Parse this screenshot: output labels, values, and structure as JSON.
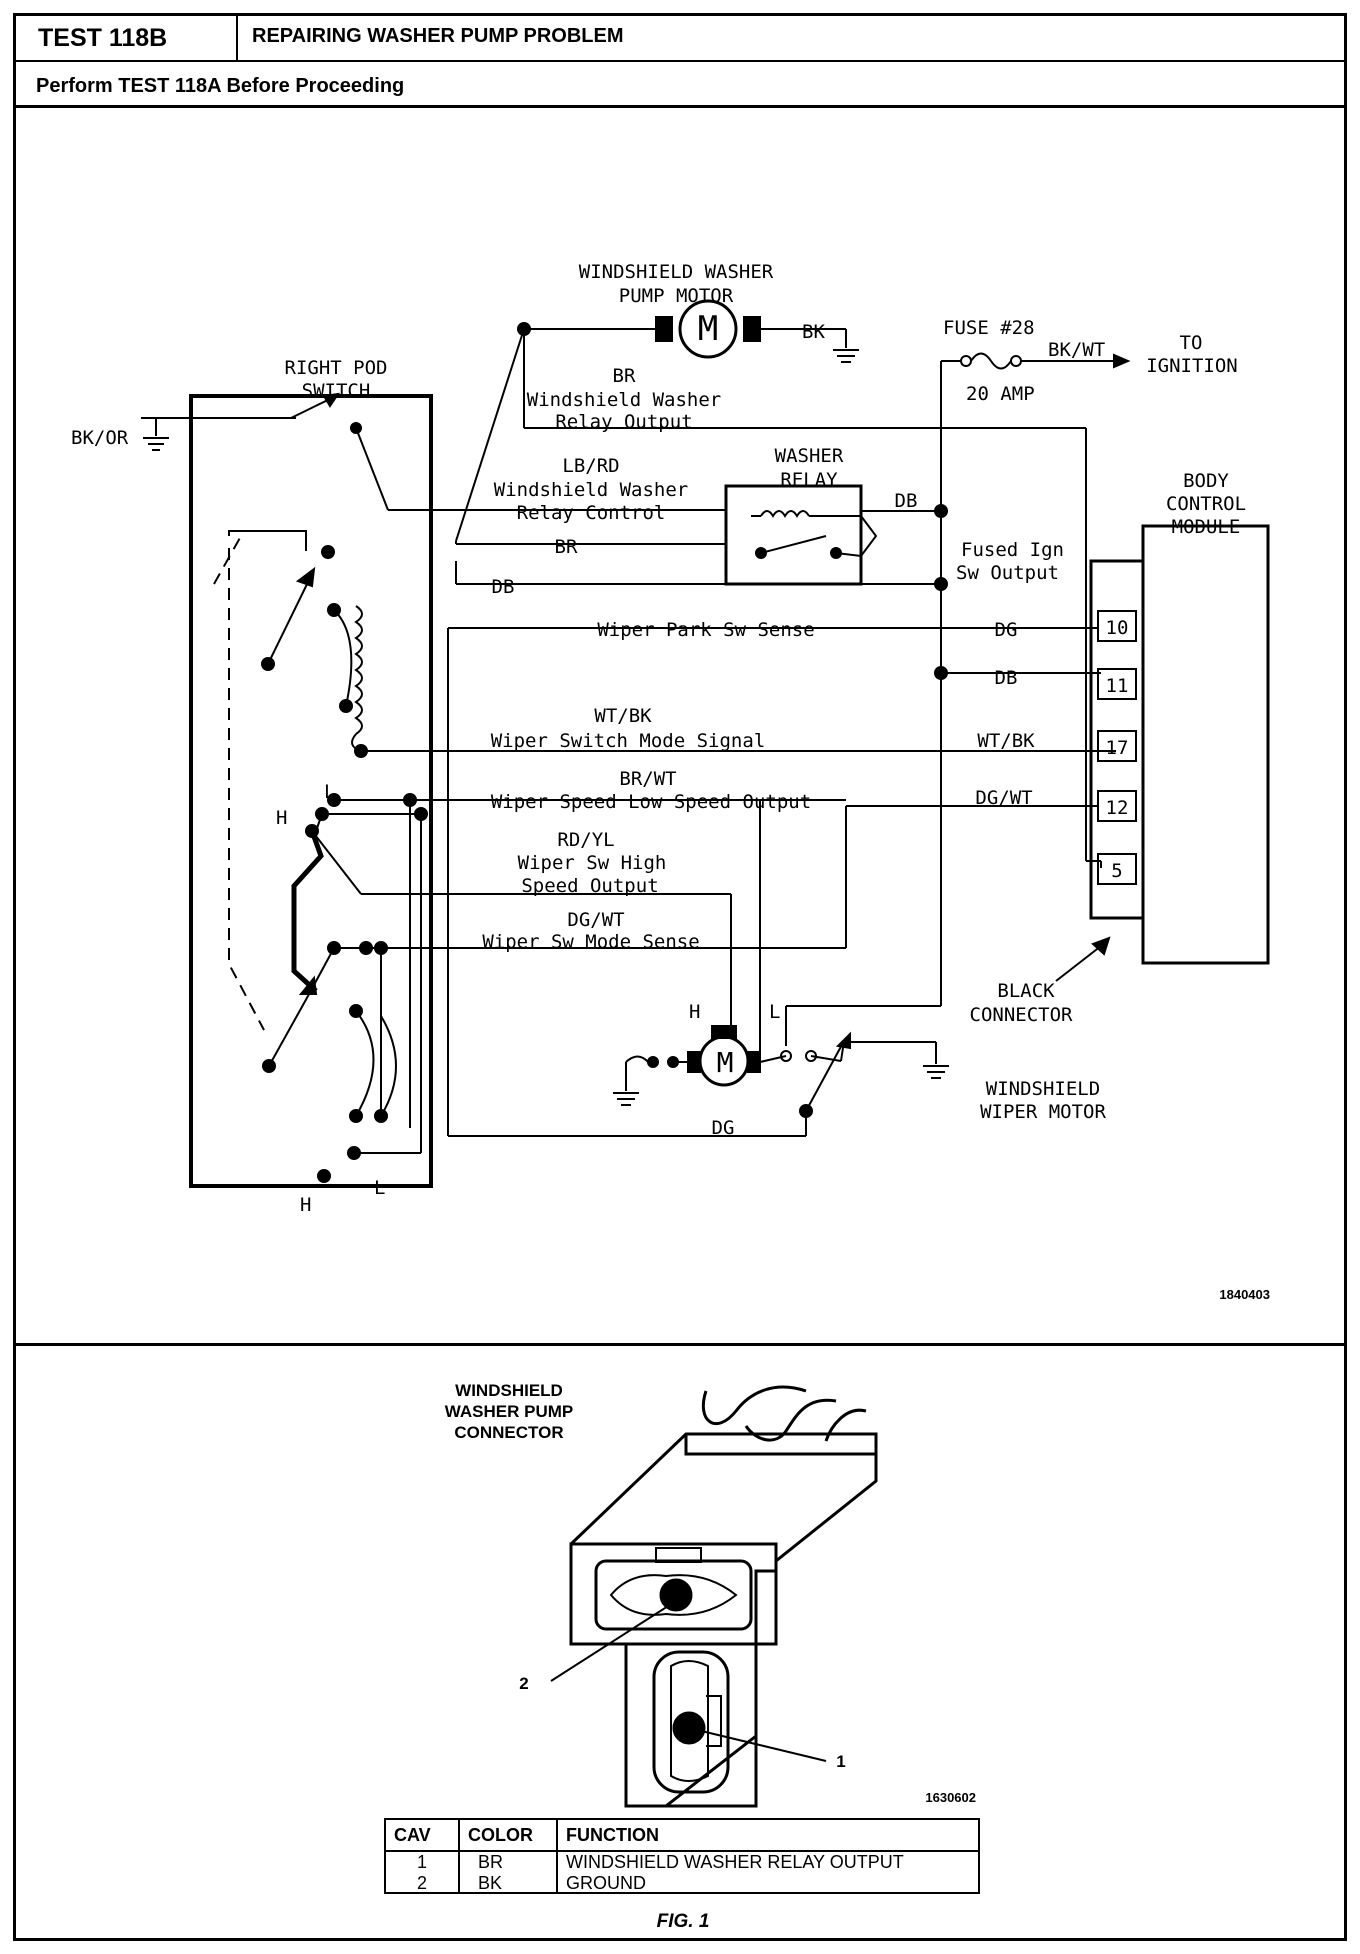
{
  "header": {
    "test_id": "TEST 118B",
    "title": "REPAIRING WASHER PUMP PROBLEM",
    "prerequisite": "Perform TEST 118A Before Proceeding"
  },
  "schematic": {
    "pump_motor_title_1": "WINDSHIELD WASHER",
    "pump_motor_title_2": "PUMP MOTOR",
    "motor_symbol": "M",
    "bk_label": "BK",
    "fuse_title": "FUSE #28",
    "fuse_rating": "20 AMP",
    "bkwt_label": "BK/WT",
    "to_ignition_1": "TO",
    "to_ignition_2": "IGNITION",
    "pod_switch_1": "RIGHT POD",
    "pod_switch_2": "SWITCH",
    "bkor_label": "BK/OR",
    "br_label": "BR",
    "relay_output_1": "Windshield Washer",
    "relay_output_2": "Relay Output",
    "lbrd_label": "LB/RD",
    "relay_control_1": "Windshield Washer",
    "relay_control_2": "Relay Control",
    "washer_relay_1": "WASHER",
    "washer_relay_2": "RELAY",
    "db_label_relay": "DB",
    "br_label_2": "BR",
    "db_label_2": "DB",
    "fused_ign_1": "Fused Ign",
    "fused_ign_2": "Sw Output",
    "bcm_1": "BODY",
    "bcm_2": "CONTROL",
    "bcm_3": "MODULE",
    "wiper_park": "Wiper Park Sw Sense",
    "dg_label": "DG",
    "db_label_3": "DB",
    "wtbk_label": "WT/BK",
    "wiper_mode_signal": "Wiper Switch Mode Signal",
    "wtbk_label_2": "WT/BK",
    "brwt_label": "BR/WT",
    "low_speed": "Wiper Speed Low Speed Output",
    "dgwt_label": "DG/WT",
    "rdyl_label": "RD/YL",
    "high_speed_1": "Wiper Sw High",
    "high_speed_2": "Speed Output",
    "dgwt_label_2": "DG/WT",
    "mode_sense": "Wiper Sw Mode Sense",
    "pin_10": "10",
    "pin_11": "11",
    "pin_17": "17",
    "pin_12": "12",
    "pin_5": "5",
    "h_label": "H",
    "l_label": "L",
    "black_connector_1": "BLACK",
    "black_connector_2": "CONNECTOR",
    "wiper_motor_1": "WINDSHIELD",
    "wiper_motor_2": "WIPER MOTOR",
    "dg_motor": "DG",
    "ref_number": "1840403"
  },
  "connector": {
    "title_1": "WINDSHIELD",
    "title_2": "WASHER PUMP",
    "title_3": "CONNECTOR",
    "callout_2": "2",
    "callout_1": "1",
    "ref_number": "1630602"
  },
  "table": {
    "headers": [
      "CAV",
      "COLOR",
      "FUNCTION"
    ],
    "rows": [
      {
        "cav": "1",
        "color": "BR",
        "function": "WINDSHIELD WASHER RELAY OUTPUT"
      },
      {
        "cav": "2",
        "color": "BK",
        "function": "GROUND"
      }
    ]
  },
  "caption": "FIG. 1"
}
